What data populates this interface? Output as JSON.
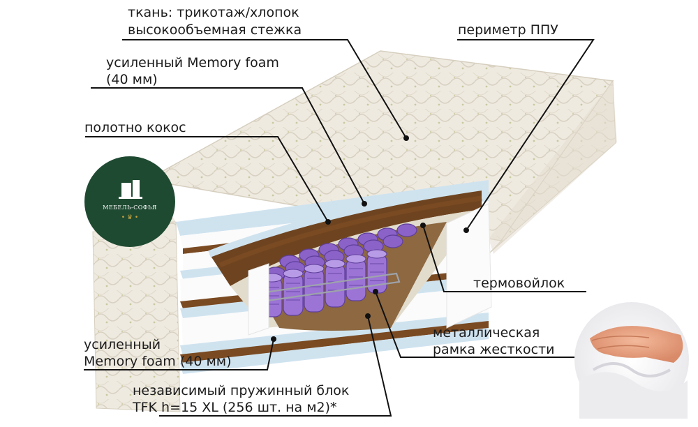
{
  "labels": {
    "fabric_line1": "ткань: трикотаж/хлопок",
    "fabric_line2": "высокообъемная стежка",
    "perimeter": "периметр ППУ",
    "memory_top_line1": "усиленный Memory foam",
    "memory_top_line2": "(40 мм)",
    "coconut": "полотно кокос",
    "felt": "термовойлок",
    "frame_line1": "металлическая",
    "frame_line2": "рамка жесткости",
    "memory_bottom_line1": "усиленный",
    "memory_bottom_line2": "Memory foam (40 мм)",
    "spring_line1": "независимый пружинный блок",
    "spring_line2": "TFK h=15 XL (256 шт. на м2)*"
  },
  "logo": {
    "brand": "МЕБЕЛЬ-СОФЬЯ",
    "background_color": "#1f4a32",
    "accent_color": "#c9a640"
  },
  "colors": {
    "fabric": "#efeae0",
    "foam_blue": "#cfe3ef",
    "coconut": "#7a4a22",
    "springs": "#8b62c8",
    "perimeter_white": "#fbfbfb",
    "leader_lines": "#111111"
  },
  "icons": {
    "logo": "furniture-logo-icon",
    "inset": "hand-pressing-memory-foam-image"
  }
}
